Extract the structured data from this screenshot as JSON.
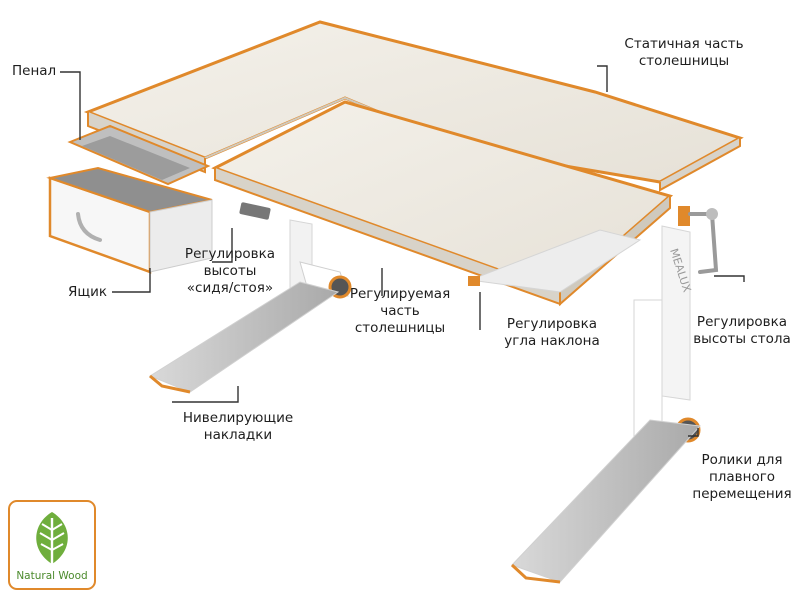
{
  "colors": {
    "accent": "#e0892b",
    "leader": "#333333",
    "leaf": "#6fae3d"
  },
  "labels": {
    "static_top_1": "Статичная часть",
    "static_top_2": "столешницы",
    "penal": "Пенал",
    "drawer": "Ящик",
    "height_sit_1": "Регулировка",
    "height_sit_2": "высоты",
    "height_sit_3": "«сидя/стоя»",
    "adj_top_1": "Регулируемая",
    "adj_top_2": "часть",
    "adj_top_3": "столешницы",
    "tilt_1": "Регулировка",
    "tilt_2": "угла наклона",
    "table_h_1": "Регулировка",
    "table_h_2": "высоты стола",
    "level_1": "Нивелирующие",
    "level_2": "накладки",
    "rollers_1": "Ролики для",
    "rollers_2": "плавного",
    "rollers_3": "перемещения"
  },
  "badge": {
    "text": "Natural Wood",
    "icon": "leaf-icon"
  },
  "illustration": {
    "brand_on_leg": "MEALUX"
  }
}
